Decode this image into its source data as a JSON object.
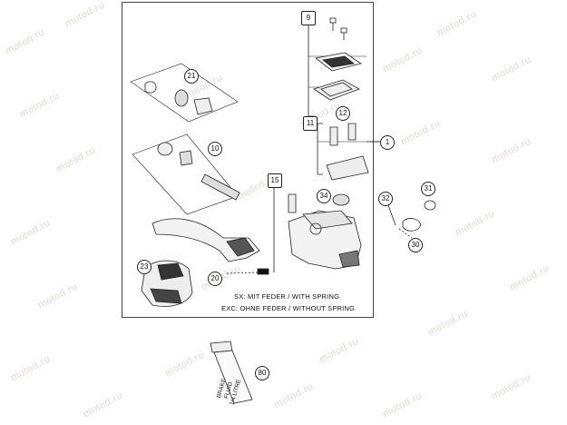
{
  "watermark": "motod.ru",
  "callouts": {
    "c1": "1",
    "c9": "9",
    "c10": "10",
    "c11": "11",
    "c12": "12",
    "c15": "15",
    "c20": "20",
    "c21": "21",
    "c23": "23",
    "c30": "30",
    "c31": "31",
    "c32": "32",
    "c34": "34",
    "c80": "80"
  },
  "notes": {
    "sx": "SX: MIT FEDER / WITH SPRING",
    "exc": "EXC: OHNE FEDER / WITHOUT SPRING"
  },
  "fluid_bottle": {
    "line1": "BRAKE",
    "line2": "FLUID",
    "line3": "1/4 LITRE"
  }
}
